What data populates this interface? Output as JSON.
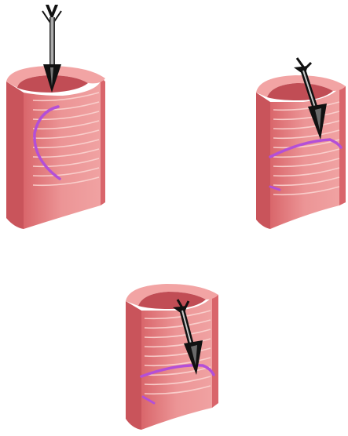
{
  "colors": {
    "background": "#ffffff",
    "tube_outer": "#de6f72",
    "tube_inner": "#e8898b",
    "tube_dark": "#c24f56",
    "tube_top": "#f3aaab",
    "ridge": "#fbd2d0",
    "band": "#b34fd8",
    "arrow": "#111111",
    "arrow_shine": "#bdbdbd"
  },
  "panels": [
    {
      "id": "tube-1",
      "band_shape": "vertical-arc",
      "arrow_icon": "arrow-down-icon"
    },
    {
      "id": "tube-2",
      "band_shape": "horizontal-arc",
      "arrow_icon": "arrow-diagonal-icon"
    },
    {
      "id": "tube-3",
      "band_shape": "horizontal-arc",
      "arrow_icon": "arrow-diagonal-icon"
    }
  ]
}
